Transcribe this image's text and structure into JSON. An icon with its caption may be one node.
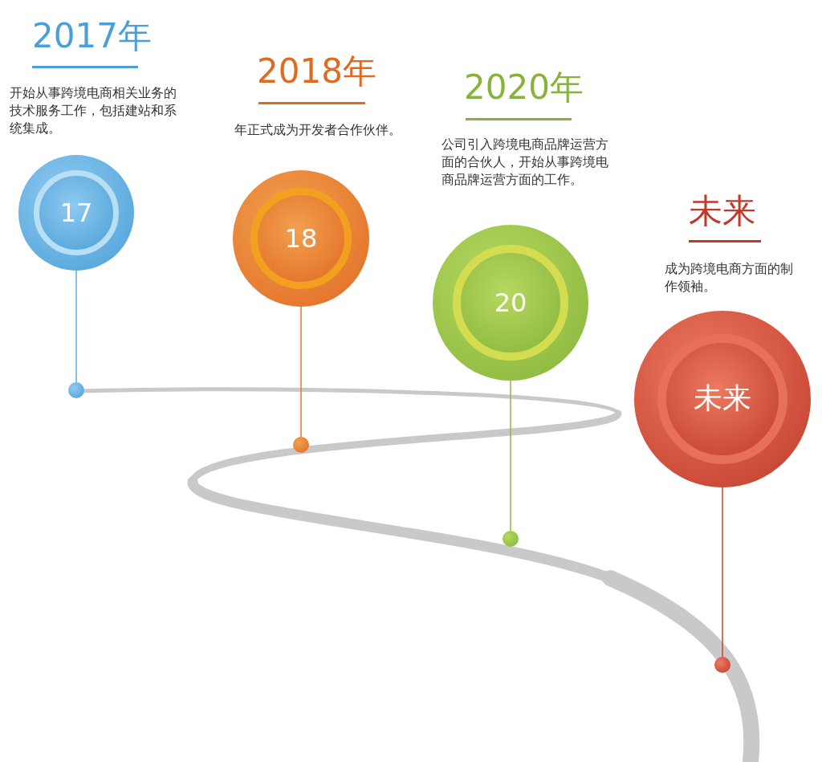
{
  "diagram": {
    "nodes": [
      {
        "text": [
          "17"
        ],
        "beside": [
          "2017年",
          "开始从事跨境电商相关业务的技术服务工作，包括建站和系统集成。"
        ]
      },
      {
        "text": [
          "18"
        ],
        "beside": [
          "2018年",
          "年正式成为开发者合作伙伴。"
        ]
      },
      {
        "text": [
          "20"
        ],
        "beside": [
          "2020年",
          "公司引入跨境电商品牌运营方面的合伙人，开始从事跨境电商品牌运营方面的工作。"
        ]
      },
      {
        "text": [
          "未来"
        ],
        "beside": [
          "未来",
          "成为跨境电商方面的制作领袖。"
        ]
      },
      {
        "text": [],
        "shape": "circle"
      },
      {
        "text": [],
        "shape": "circle"
      },
      {
        "text": [],
        "shape": "circle"
      },
      {
        "text": [],
        "shape": "circle"
      }
    ],
    "edges": [
      {
        "from": 0,
        "to": 4,
        "arrow": "none",
        "color": "#5aaee0"
      },
      {
        "from": 1,
        "to": 5,
        "arrow": "none",
        "color": "#e8742a"
      },
      {
        "from": 2,
        "to": 6,
        "arrow": "none",
        "color": "#8db83a"
      },
      {
        "from": 3,
        "to": 7,
        "arrow": "none",
        "color": "#c8402e"
      }
    ]
  }
}
